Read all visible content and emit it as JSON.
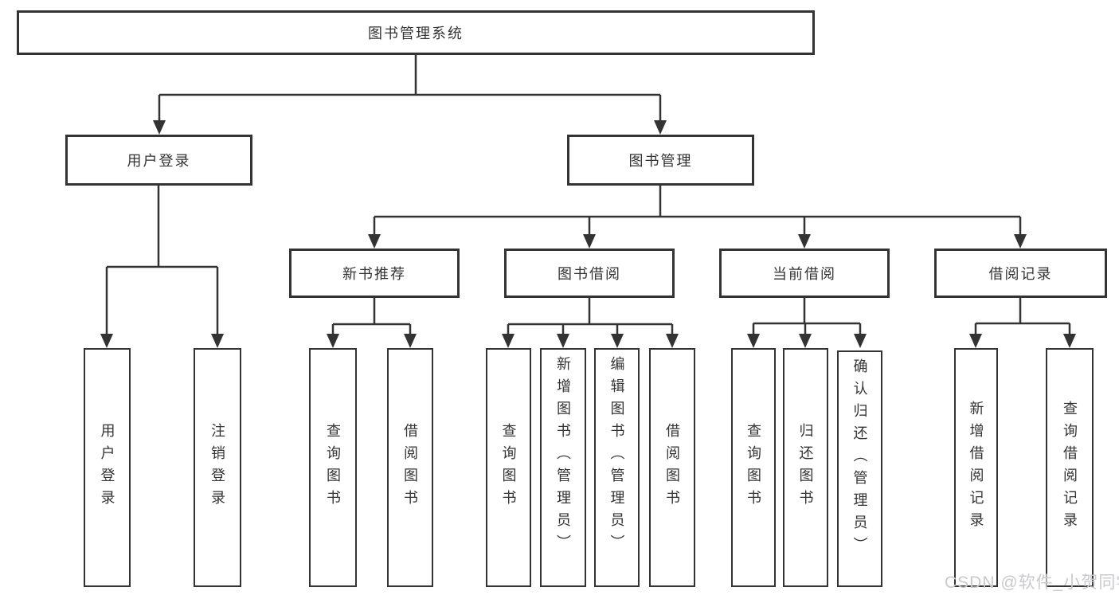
{
  "diagram": {
    "root": "图书管理系统",
    "branches": {
      "user_login": {
        "label": "用户登录",
        "children": [
          "用户登录",
          "注销登录"
        ]
      },
      "book_mgmt": {
        "label": "图书管理"
      },
      "new_book": {
        "label": "新书推荐",
        "children": [
          "查询图书",
          "借阅图书"
        ]
      },
      "borrow": {
        "label": "图书借阅",
        "children": [
          "查询图书",
          "新增图书（管理员）",
          "编辑图书（管理员）",
          "借阅图书"
        ]
      },
      "current": {
        "label": "当前借阅",
        "children": [
          "查询图书",
          "归还图书",
          "确认归还（管理员）"
        ]
      },
      "records": {
        "label": "借阅记录",
        "children": [
          "新增借阅记录",
          "查询借阅记录"
        ]
      }
    }
  },
  "watermark": {
    "text": "CSDN @软件_小贺同学"
  },
  "colors": {
    "line": "#333333",
    "text": "#333333",
    "bg": "#ffffff",
    "watermark": "#c9c9ce"
  }
}
